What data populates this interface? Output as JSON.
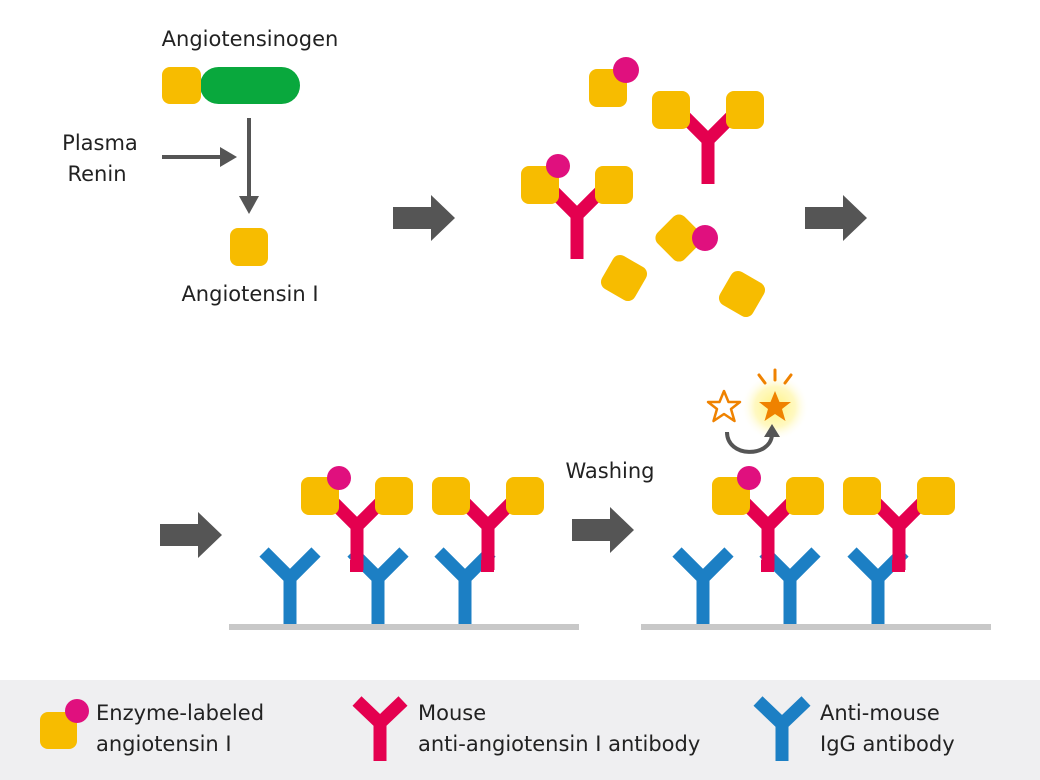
{
  "colors": {
    "angiotensin": "#f7bc00",
    "angiotensinogen_tail": "#09a83d",
    "enzyme_label": "#e0107e",
    "mouse_antibody": "#e4004f",
    "anti_mouse_antibody": "#1c7fc4",
    "arrow": "#555555",
    "plate": "#c8c8c8",
    "legend_bg": "#efeff1",
    "star": "#ef8200",
    "glow": "#fff27a"
  },
  "step1": {
    "angiotensinogen_label": "Angiotensinogen",
    "enzyme_label_line1": "Plasma",
    "enzyme_label_line2": "Renin",
    "product_label": "Angiotensin I"
  },
  "step4": {
    "washing_label": "Washing"
  },
  "legend": {
    "items": [
      {
        "icon": "enzyme-labeled-angiotensin-icon",
        "line1": "Enzyme-labeled",
        "line2": "angiotensin I"
      },
      {
        "icon": "mouse-antibody-icon",
        "line1": "Mouse",
        "line2": "anti-angiotensin I antibody"
      },
      {
        "icon": "anti-mouse-igg-icon",
        "line1": "Anti-mouse",
        "line2": "IgG antibody"
      }
    ]
  }
}
